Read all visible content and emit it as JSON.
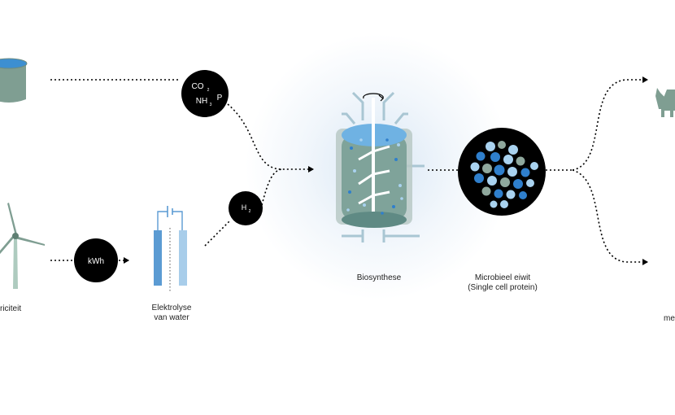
{
  "nodes": {
    "nutrients": {
      "co2": "CO",
      "co2_sub": "2",
      "nh3": "NH",
      "nh3_sub": "3",
      "p": "P"
    },
    "hydrogen": {
      "h2": "H",
      "h2_sub": "2"
    },
    "energy": {
      "kwh": "kWh"
    }
  },
  "labels": {
    "electricity_partial": "riciteit",
    "electrolysis_line1": "Elektrolyse",
    "electrolysis_line2": "van water",
    "biosynthesis": "Biosynthese",
    "protein_line1": "Microbieel eiwit",
    "protein_line2": "(Single cell protein)",
    "right_partial": "me"
  },
  "colors": {
    "tank": "#7f9e92",
    "reactor_body": "#9fb6b1",
    "reactor_liquid": "#7fa39a",
    "pipe": "#a9c6d3",
    "node_fill": "#000000",
    "electrode_dark": "#5b9bd3",
    "electrode_light": "#a8cdea",
    "dot_blue": "#2f7fcc",
    "dot_light": "#a9d2ef",
    "dot_green": "#8fa89d",
    "cow": "#7f9e92"
  },
  "icons": [
    "water-tank-icon",
    "wind-turbine-icon",
    "electrolysis-cell-icon",
    "bioreactor-icon",
    "protein-cluster-icon",
    "cow-icon"
  ]
}
